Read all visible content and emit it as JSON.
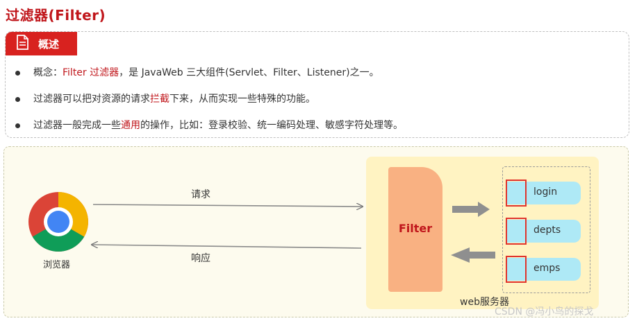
{
  "title": "过滤器(Filter)",
  "overview": {
    "tag": "概述",
    "bullets": [
      {
        "parts": [
          {
            "t": "概念："
          },
          {
            "t": "Filter 过滤器",
            "red": true
          },
          {
            "t": "，是 JavaWeb 三大组件(Servlet、Filter、Listener)之一。"
          }
        ]
      },
      {
        "parts": [
          {
            "t": "过滤器可以把对资源的请求"
          },
          {
            "t": "拦截",
            "red": true
          },
          {
            "t": "下来，从而实现一些特殊的功能。"
          }
        ]
      },
      {
        "parts": [
          {
            "t": "过滤器一般完成一些"
          },
          {
            "t": "通用",
            "red": true
          },
          {
            "t": "的操作，比如：登录校验、统一编码处理、敏感字符处理等。"
          }
        ]
      }
    ]
  },
  "diagram": {
    "browser_label": "浏览器",
    "request_label": "请求",
    "response_label": "响应",
    "filter_label": "Filter",
    "server_label": "web服务器",
    "resources": [
      "login",
      "depts",
      "emps"
    ]
  },
  "watermark": "CSDN @冯小鸟的探戈",
  "colors": {
    "accent": "#c0161b",
    "tag_bg": "#d8221f",
    "filter": "#f9b182",
    "resource": "#aee9f6",
    "server_bg": "#fff3c2"
  }
}
